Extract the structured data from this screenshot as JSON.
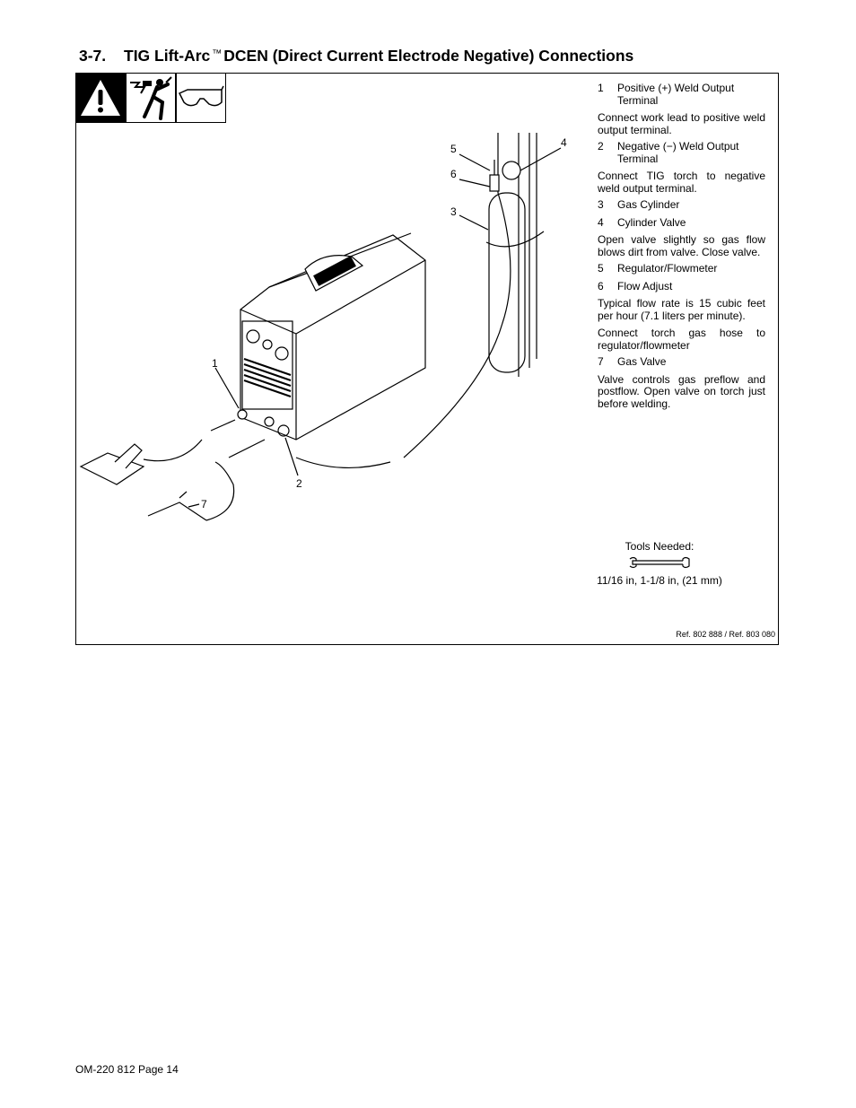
{
  "section": {
    "number": "3-7.",
    "title_part1": "TIG Lift-Arc",
    "trademark": "™",
    "title_part2": "DCEN (Direct Current Electrode Negative) Connections"
  },
  "safety_icons": [
    "warning-icon",
    "electric-shock-icon",
    "safety-glasses-icon"
  ],
  "callouts": [
    "1",
    "2",
    "3",
    "4",
    "5",
    "6",
    "7"
  ],
  "legend": [
    {
      "num": "1",
      "label": "Positive (+) Weld Output Terminal",
      "desc": [
        "Connect work lead to positive weld output terminal."
      ]
    },
    {
      "num": "2",
      "label": "Negative (−) Weld Output Terminal",
      "desc": [
        "Connect TIG torch to negative weld output terminal."
      ]
    },
    {
      "num": "3",
      "label": "Gas Cylinder",
      "desc": []
    },
    {
      "num": "4",
      "label": "Cylinder Valve",
      "desc": [
        "Open valve slightly so gas flow blows dirt from valve. Close valve."
      ]
    },
    {
      "num": "5",
      "label": "Regulator/Flowmeter",
      "desc": []
    },
    {
      "num": "6",
      "label": "Flow Adjust",
      "desc": [
        "Typical flow rate is 15 cubic feet per hour (7.1 liters per minute).",
        "Connect torch gas hose to regulator/flowmeter"
      ]
    },
    {
      "num": "7",
      "label": "Gas Valve",
      "desc": [
        "Valve controls gas preflow and postflow. Open valve on torch just before welding."
      ]
    }
  ],
  "tools": {
    "label": "Tools Needed:",
    "icon": "wrench-icon",
    "sizes": "11/16 in, 1-1/8 in, (21 mm)"
  },
  "reference": "Ref. 802 888 / Ref. 803 080",
  "footer": "OM-220 812 Page 14"
}
